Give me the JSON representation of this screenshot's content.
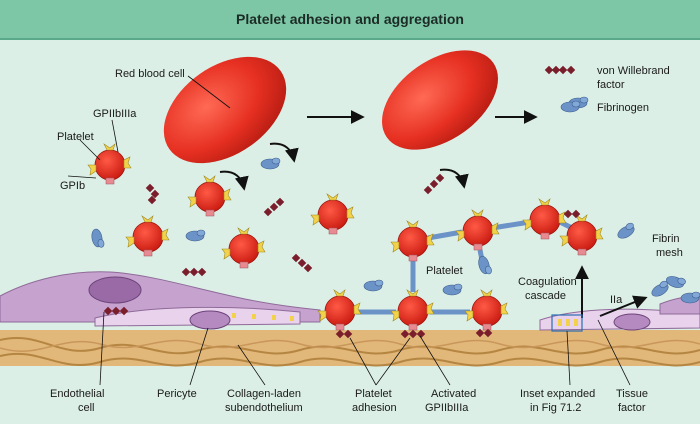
{
  "title": "Platelet adhesion and aggregation",
  "labels": {
    "red_blood_cell": "Red blood cell",
    "gpiibiiia": "GPIIbIIIa",
    "platelet": "Platelet",
    "gpib": "GPIb",
    "vwf_line1": "von Willebrand",
    "vwf_line2": "factor",
    "fibrinogen": "Fibrinogen",
    "platelet_mid": "Platelet",
    "fibrin_line1": "Fibrin",
    "fibrin_line2": "mesh",
    "coag_line1": "Coagulation",
    "coag_line2": "cascade",
    "iia": "IIa",
    "endothelial_line1": "Endothelial",
    "endothelial_line2": "cell",
    "pericyte": "Pericyte",
    "collagen_line1": "Collagen-laden",
    "collagen_line2": "subendothelium",
    "platelet_adhesion_line1": "Platelet",
    "platelet_adhesion_line2": "adhesion",
    "activated_line1": "Activated",
    "activated_line2": "GPIIbIIIa",
    "inset_line1": "Inset expanded",
    "inset_line2": "in Fig 71.2",
    "tissue_line1": "Tissue",
    "tissue_line2": "factor"
  },
  "colors": {
    "header": "#7dc7a7",
    "background": "#dcefe6",
    "platelet": "#e0251b",
    "rbc": "#e63022",
    "vwf": "#7a1e2c",
    "fibrinogen": "#6c93c7",
    "endothelium": "#c6a2cf",
    "collagen": "#e2b77a"
  }
}
